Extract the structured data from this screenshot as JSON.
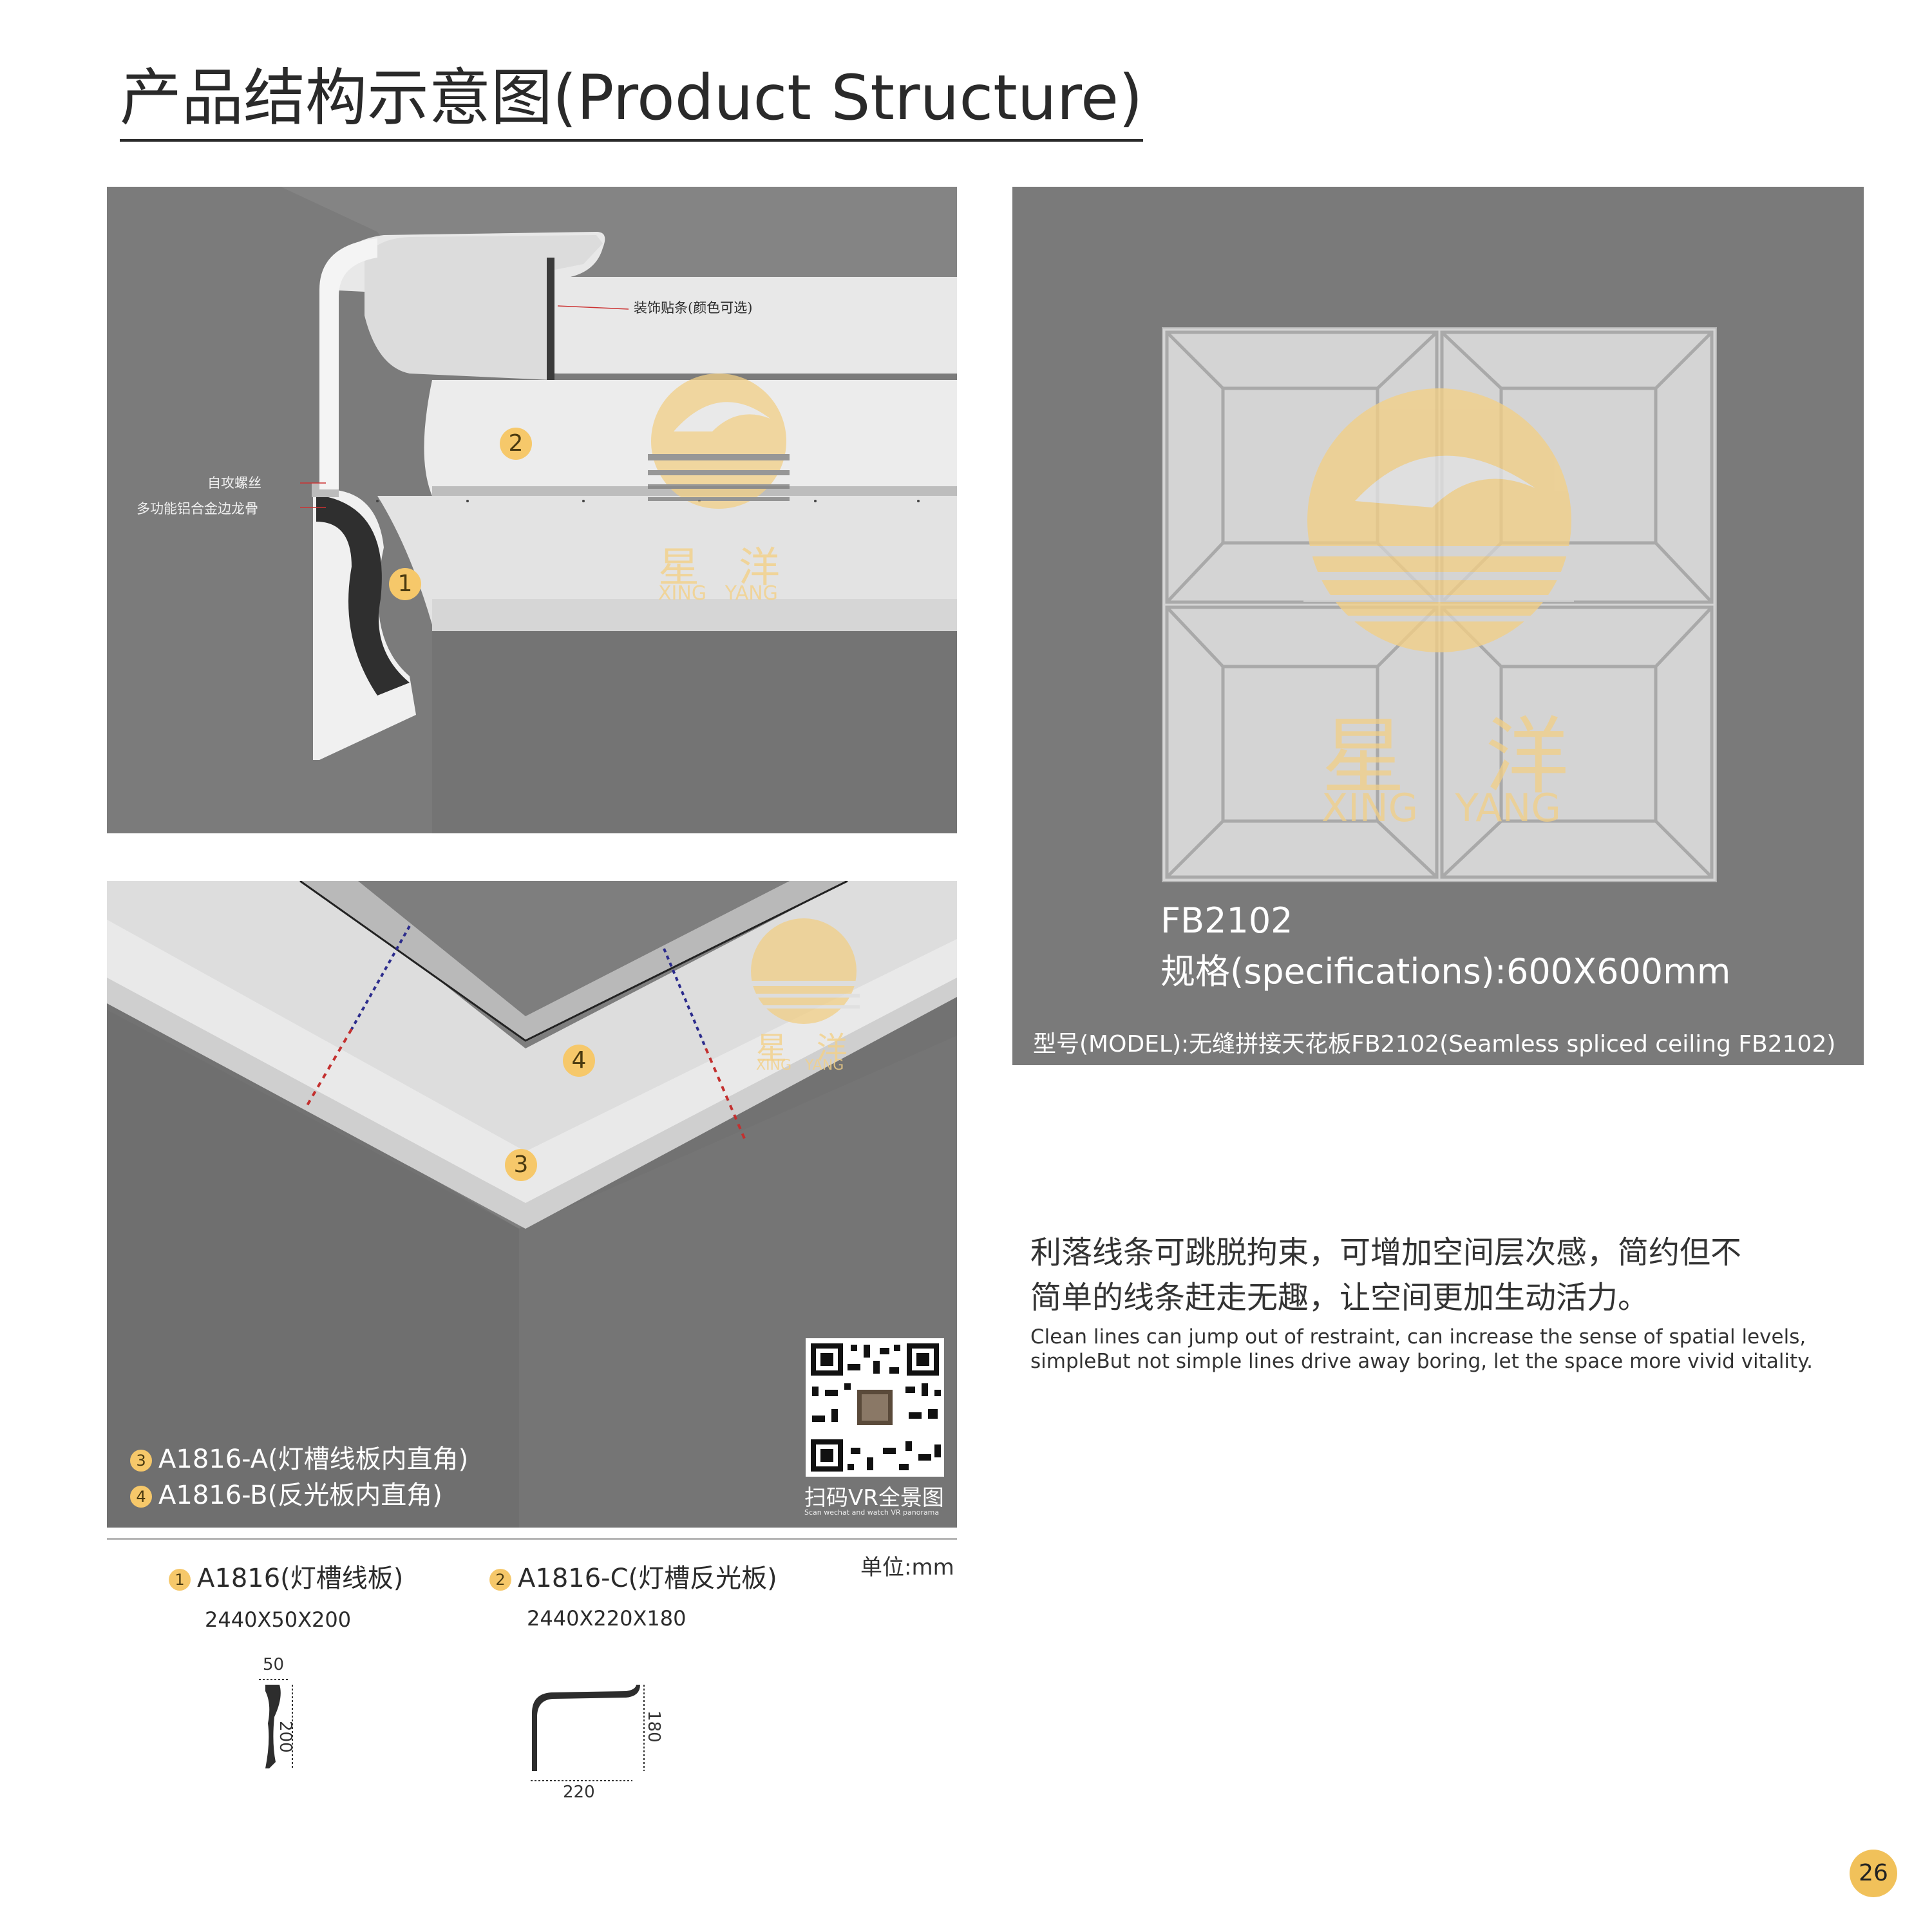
{
  "page_title": "产品结构示意图(Product Structure)",
  "structure_panel": {
    "callout_decor_strip": "装饰贴条(颜色可选)",
    "callout_screw": "自攻螺丝",
    "callout_keel": "多功能铝合金边龙骨",
    "badge_1": "1",
    "badge_2": "2",
    "watermark_cn": "星   洋",
    "watermark_en": "XING   YANG"
  },
  "corner_panel": {
    "badge_3": "3",
    "badge_4": "4",
    "watermark_cn": "星   洋",
    "watermark_en": "XING   YANG",
    "legend": [
      {
        "num": "3",
        "text": "A1816-A(灯槽线板内直角)"
      },
      {
        "num": "4",
        "text": "A1816-B(反光板内直角)"
      }
    ],
    "qr_caption": "扫码VR全景图",
    "qr_subcaption": "Scan wechat and watch VR panorama"
  },
  "ceiling_panel": {
    "model_code": "FB2102",
    "spec": "规格(specifications):600X600mm",
    "model_line": "型号(MODEL):无缝拼接天花板FB2102(Seamless spliced ceiling FB2102)",
    "watermark_cn": "星   洋",
    "watermark_en": "XING   YANG",
    "colors": {
      "panel_bg": "#7a7a7a",
      "tile": "#d4d4d4",
      "watermark": "#f2cf86"
    }
  },
  "description": {
    "cn_line1": "利落线条可跳脱拘束，可增加空间层次感，简约但不",
    "cn_line2": "简单的线条赶走无趣，让空间更加生动活力。",
    "en_line1": "Clean lines can jump out of restraint, can increase the sense of spatial levels,",
    "en_line2": "simpleBut not simple lines drive away boring, let the space more vivid vitality."
  },
  "unit_label": "单位:mm",
  "products": [
    {
      "num": "1",
      "name": "A1816(灯槽线板)",
      "dims": "2440X50X200",
      "dim_w": "50",
      "dim_h": "200"
    },
    {
      "num": "2",
      "name": "A1816-C(灯槽反光板)",
      "dims": "2440X220X180",
      "dim_w": "220",
      "dim_h": "180"
    }
  ],
  "page_number": "26",
  "accent_color": "#f6c86a"
}
